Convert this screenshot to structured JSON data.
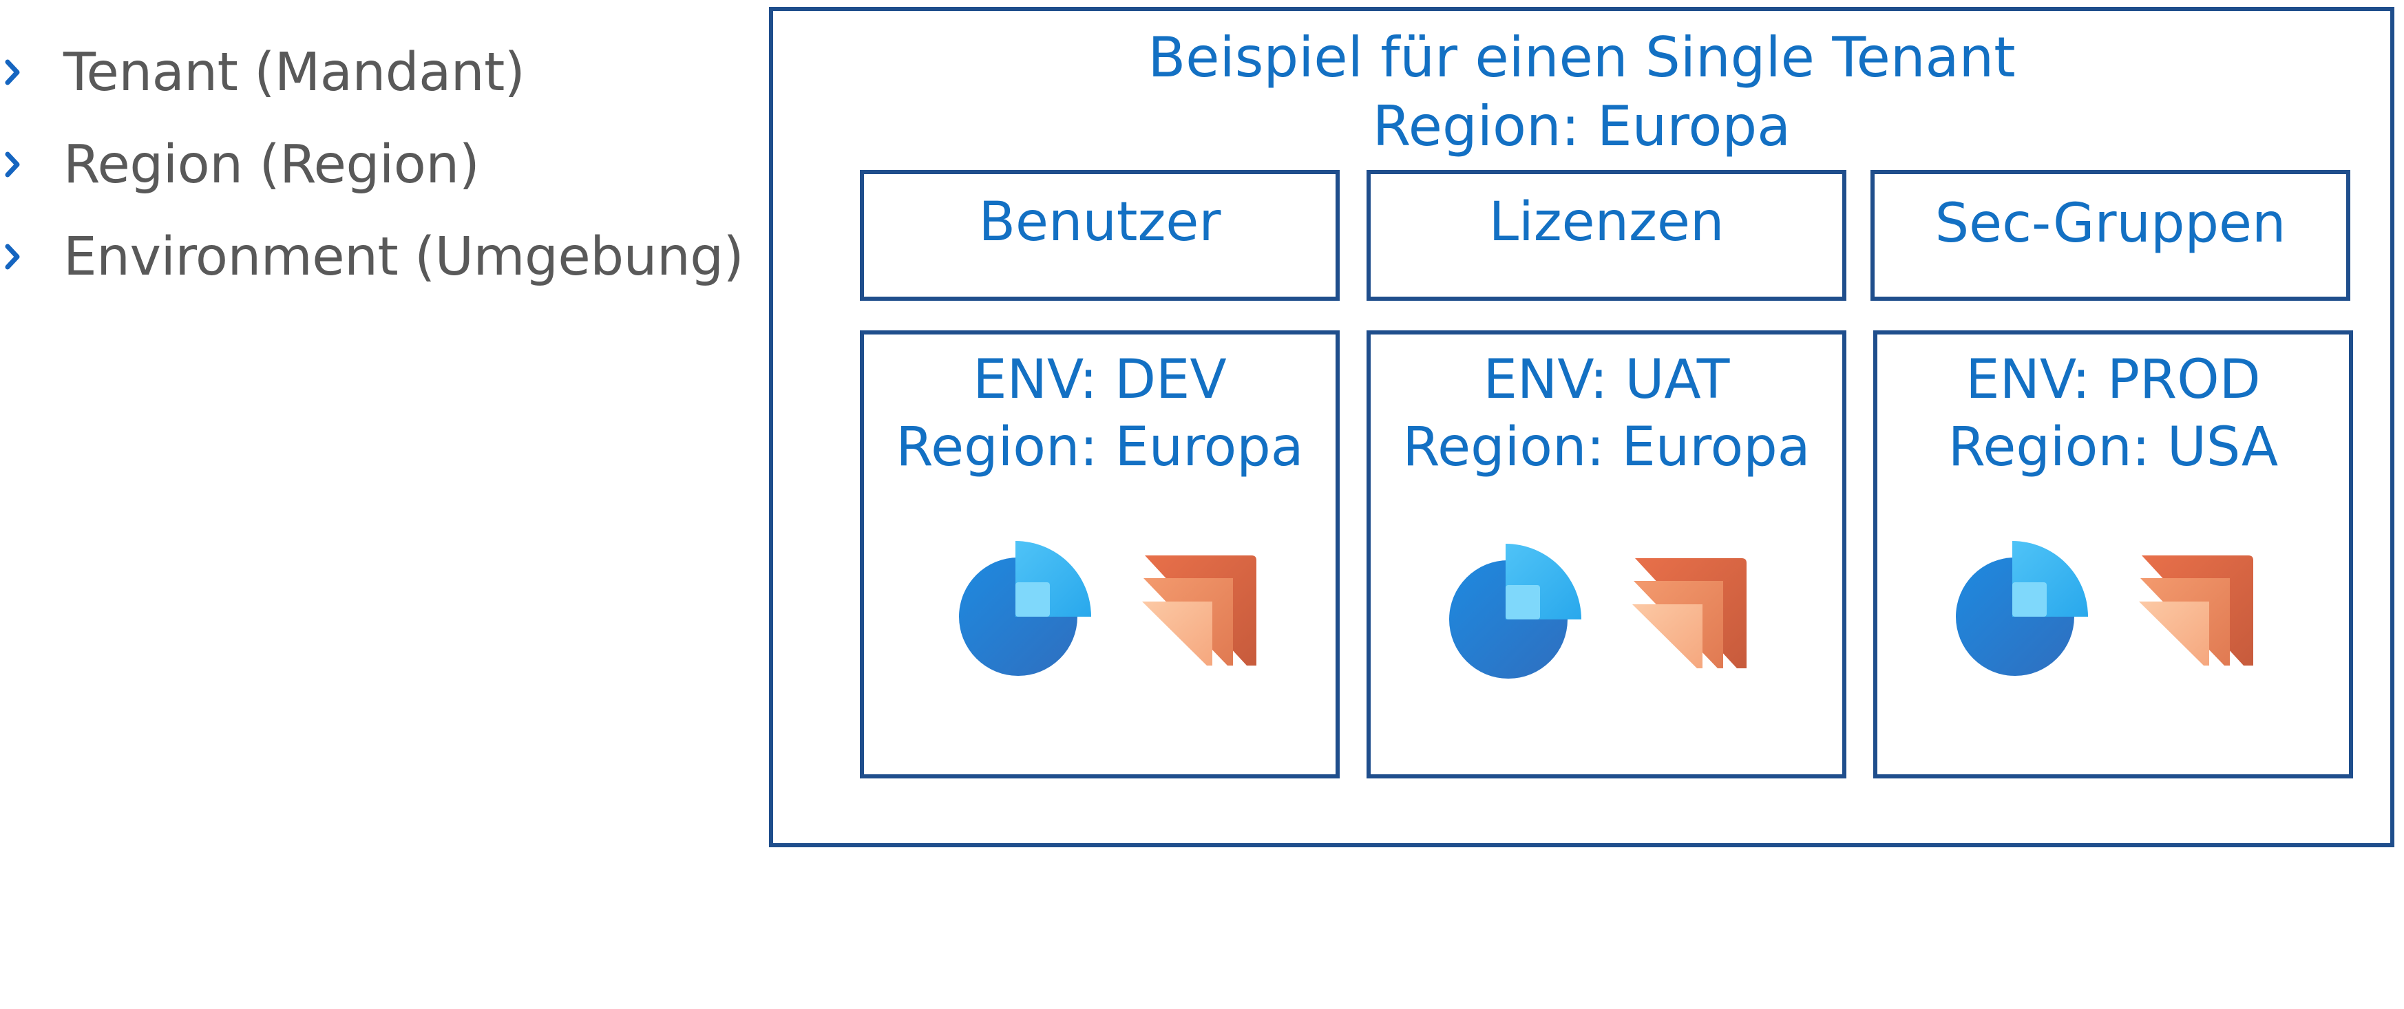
{
  "bullets": [
    {
      "text": "Tenant (Mandant)",
      "icon": "chevron-right-icon"
    },
    {
      "text": "Region (Region)",
      "icon": "chevron-right-icon"
    },
    {
      "text": "Environment (Umgebung)",
      "icon": "chevron-right-icon"
    }
  ],
  "tenant": {
    "title_line1": "Beispiel für einen Single Tenant",
    "title_line2": "Region: Europa"
  },
  "tenant_resources": [
    {
      "label": "Benutzer"
    },
    {
      "label": "Lizenzen"
    },
    {
      "label": "Sec-Gruppen"
    }
  ],
  "environments": [
    {
      "env": "ENV: DEV",
      "region": "Region: Europa",
      "icons": [
        "power-bi-icon",
        "power-apps-icon"
      ]
    },
    {
      "env": "ENV: UAT",
      "region": "Region: Europa",
      "icons": [
        "power-bi-icon",
        "power-apps-icon"
      ]
    },
    {
      "env": "ENV: PROD",
      "region": "Region: USA",
      "icons": [
        "power-bi-icon",
        "power-apps-icon"
      ]
    }
  ],
  "colors": {
    "border": "#1f4e8c",
    "label_blue": "#1370c3",
    "bullet_text": "#595959",
    "chevron": "#1565c0"
  }
}
